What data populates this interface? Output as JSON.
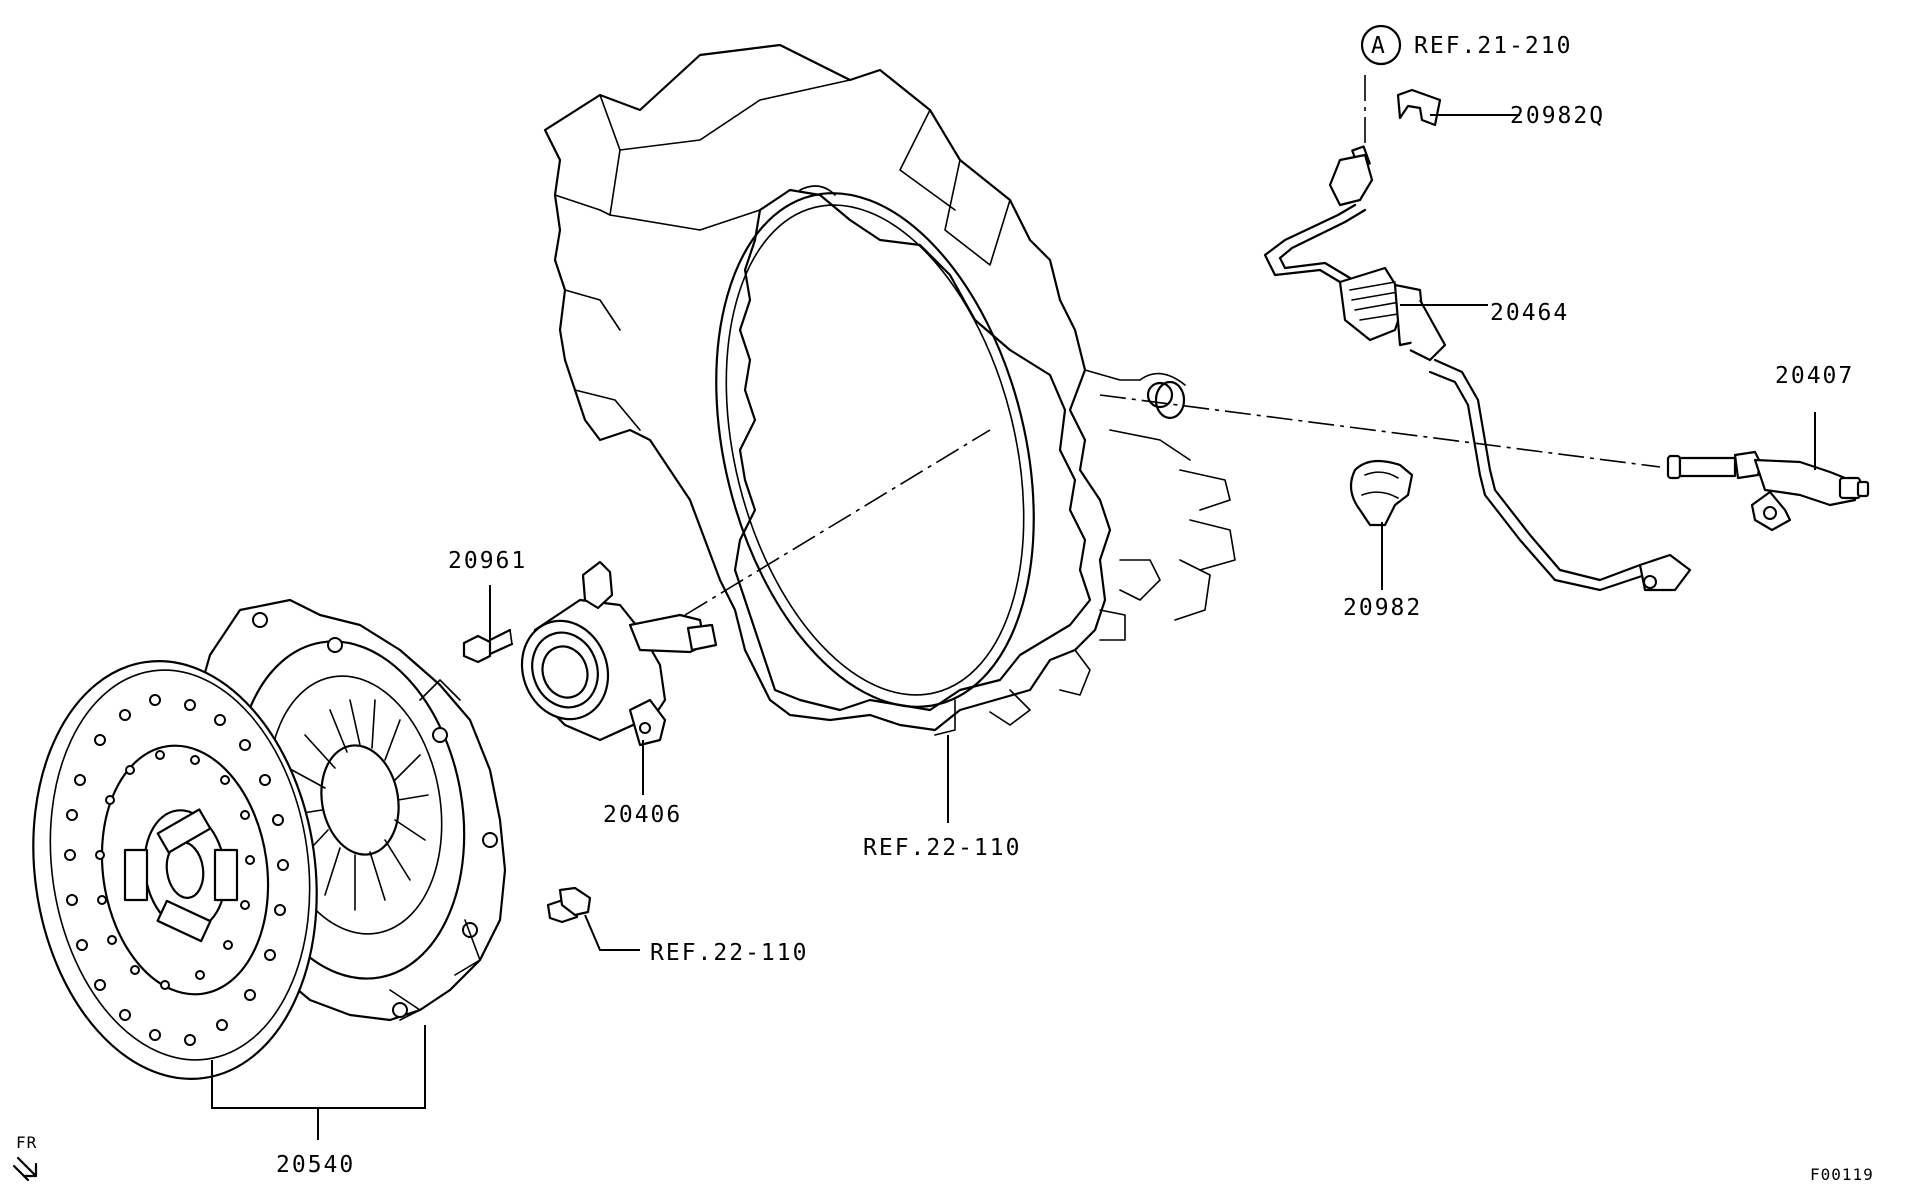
{
  "labels": {
    "ref_21_210": "REF.21-210",
    "circle_a": "A",
    "p20982q": "20982Q",
    "p20464": "20464",
    "p20407": "20407",
    "p20982": "20982",
    "p20961": "20961",
    "p20406": "20406",
    "ref_22_110_housing": "REF.22-110",
    "ref_22_110_pin": "REF.22-110",
    "p20540": "20540",
    "fr": "FR",
    "figure_code": "F00119"
  }
}
